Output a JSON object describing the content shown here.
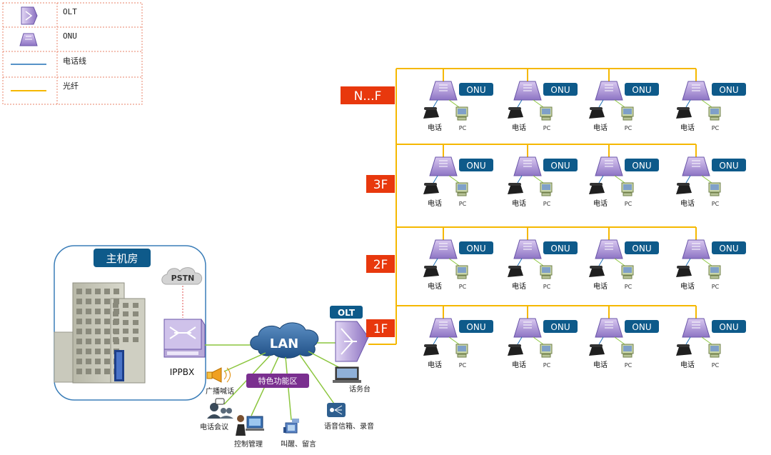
{
  "legend": {
    "rows": [
      {
        "icon": "olt-icon",
        "label": "OLT"
      },
      {
        "icon": "onu-icon",
        "label": "ONU"
      },
      {
        "icon": "phone-line-icon",
        "label": "电话线"
      },
      {
        "icon": "fiber-line-icon",
        "label": "光纤"
      }
    ]
  },
  "host_room": {
    "title": "主机房"
  },
  "pstn": {
    "label": "PSTN"
  },
  "ippbx": {
    "label": "IPPBX"
  },
  "lan": {
    "label": "LAN"
  },
  "olt": {
    "label": "OLT"
  },
  "feature_zone": {
    "label": "特色功能区"
  },
  "features": [
    {
      "icon": "broadcast-icon",
      "label": "广播喊话"
    },
    {
      "icon": "conference-icon",
      "label": "电话会议"
    },
    {
      "icon": "control-icon",
      "label": "控制管理"
    },
    {
      "icon": "wakeup-icon",
      "label": "叫醒、留言"
    },
    {
      "icon": "voicemail-icon",
      "label": "语音信箱、录音"
    },
    {
      "icon": "console-icon",
      "label": "话务台"
    }
  ],
  "floors": [
    {
      "label": "N...F"
    },
    {
      "label": "3F"
    },
    {
      "label": "2F"
    },
    {
      "label": "1F"
    }
  ],
  "onu_unit": {
    "badge": "ONU",
    "phone": "电话",
    "pc": "PC"
  },
  "colors": {
    "fiber": "#f5b800",
    "phone_line": "#1f6fb5",
    "floor_label": "#e8380d",
    "badge": "#0e5a8a",
    "lan_link": "#8cc63f"
  }
}
